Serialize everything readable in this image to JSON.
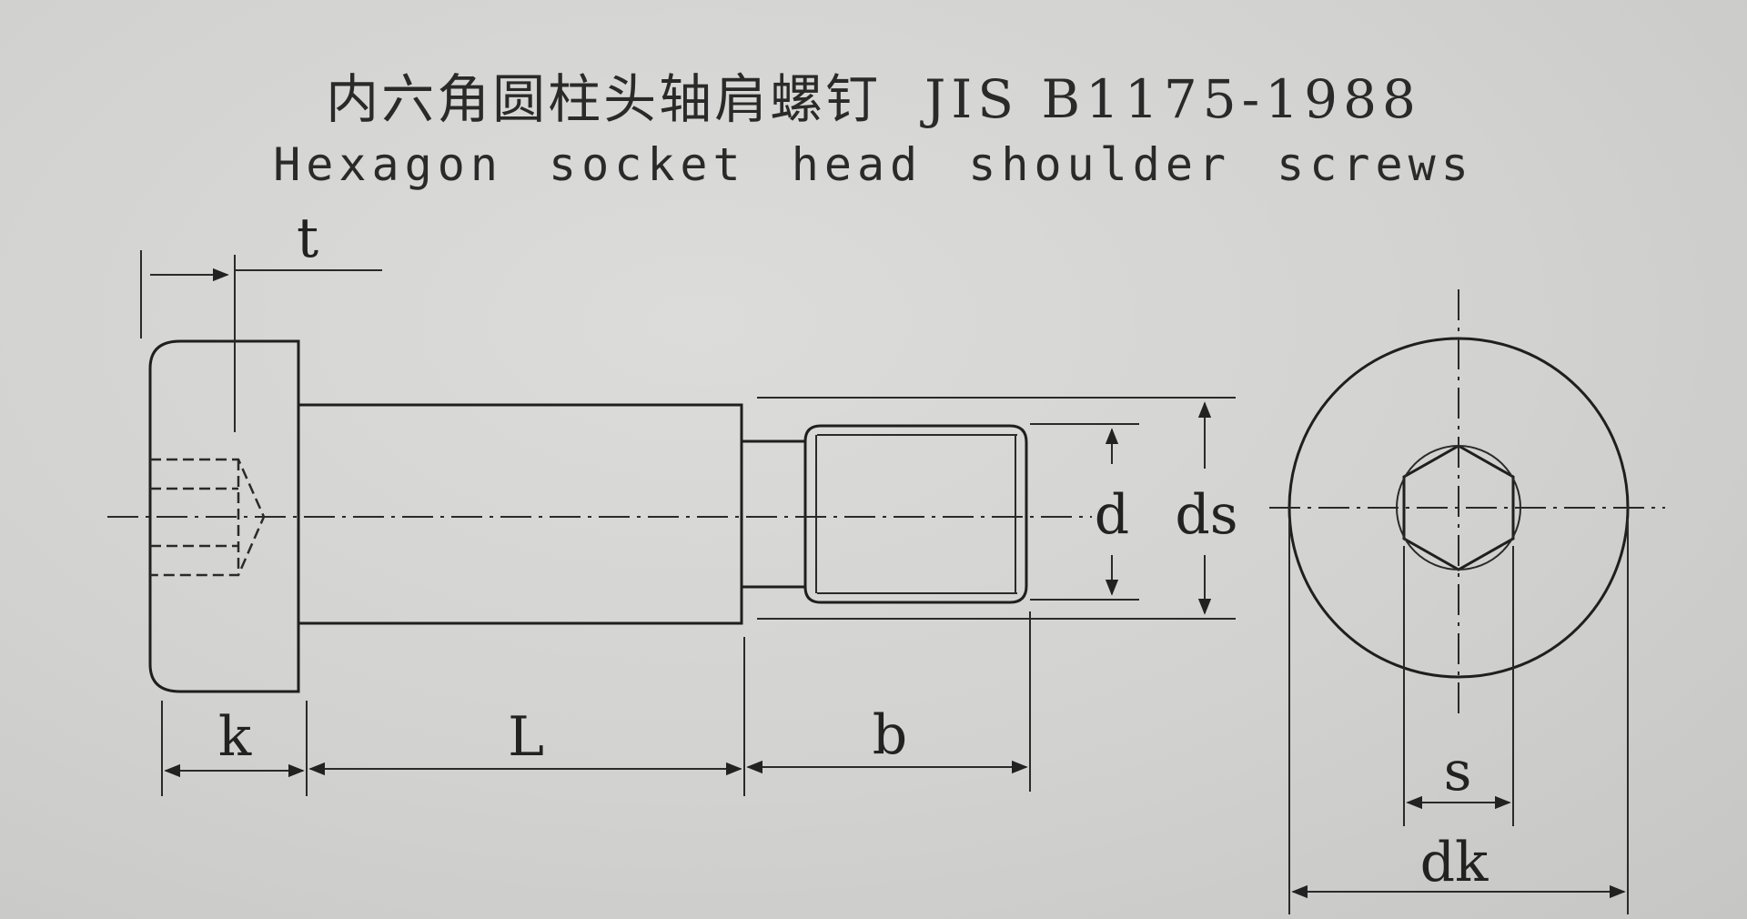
{
  "title": {
    "chinese": "内六角圆柱头轴肩螺钉",
    "standard": "JIS B1175-1988",
    "english": "Hexagon socket head shoulder screws"
  },
  "dimension_labels": {
    "t": "t",
    "k": "k",
    "L": "L",
    "b": "b",
    "d": "d",
    "ds": "ds",
    "s": "s",
    "dk": "dk"
  },
  "colors": {
    "paper": "#d3d3d1",
    "ink": "#1f1f1f"
  }
}
